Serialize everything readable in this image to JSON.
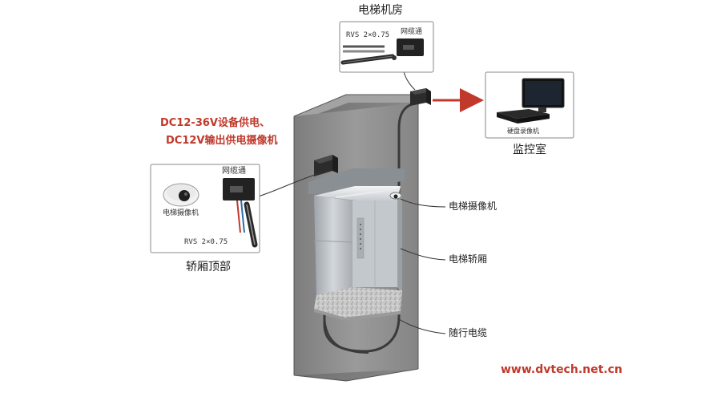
{
  "labels": {
    "machine_room": "电梯机房",
    "monitor_room": "监控室",
    "car_roof": "轿厢顶部",
    "elevator_camera": "电梯摄像机",
    "elevator_car": "电梯轿厢",
    "traveling_cable": "随行电缆",
    "power_line1": "DC12-36V设备供电、",
    "power_line2": "DC12V输出供电摄像机",
    "website": "www.dvtech.net.cn",
    "rvs_cable_top": "RVS 2×0.75",
    "network_box_top": "网缆通",
    "nvr": "硬盘录像机",
    "network_box_roof": "网缆通",
    "dome_camera": "电梯摄像机",
    "rvs_cable_roof": "RVS 2×0.75"
  },
  "colors": {
    "accent_red": "#c0392b",
    "shaft_gray": "#8c8c8c",
    "car_steel": "#b9bec3",
    "cable_dark": "#3a3a3a"
  }
}
